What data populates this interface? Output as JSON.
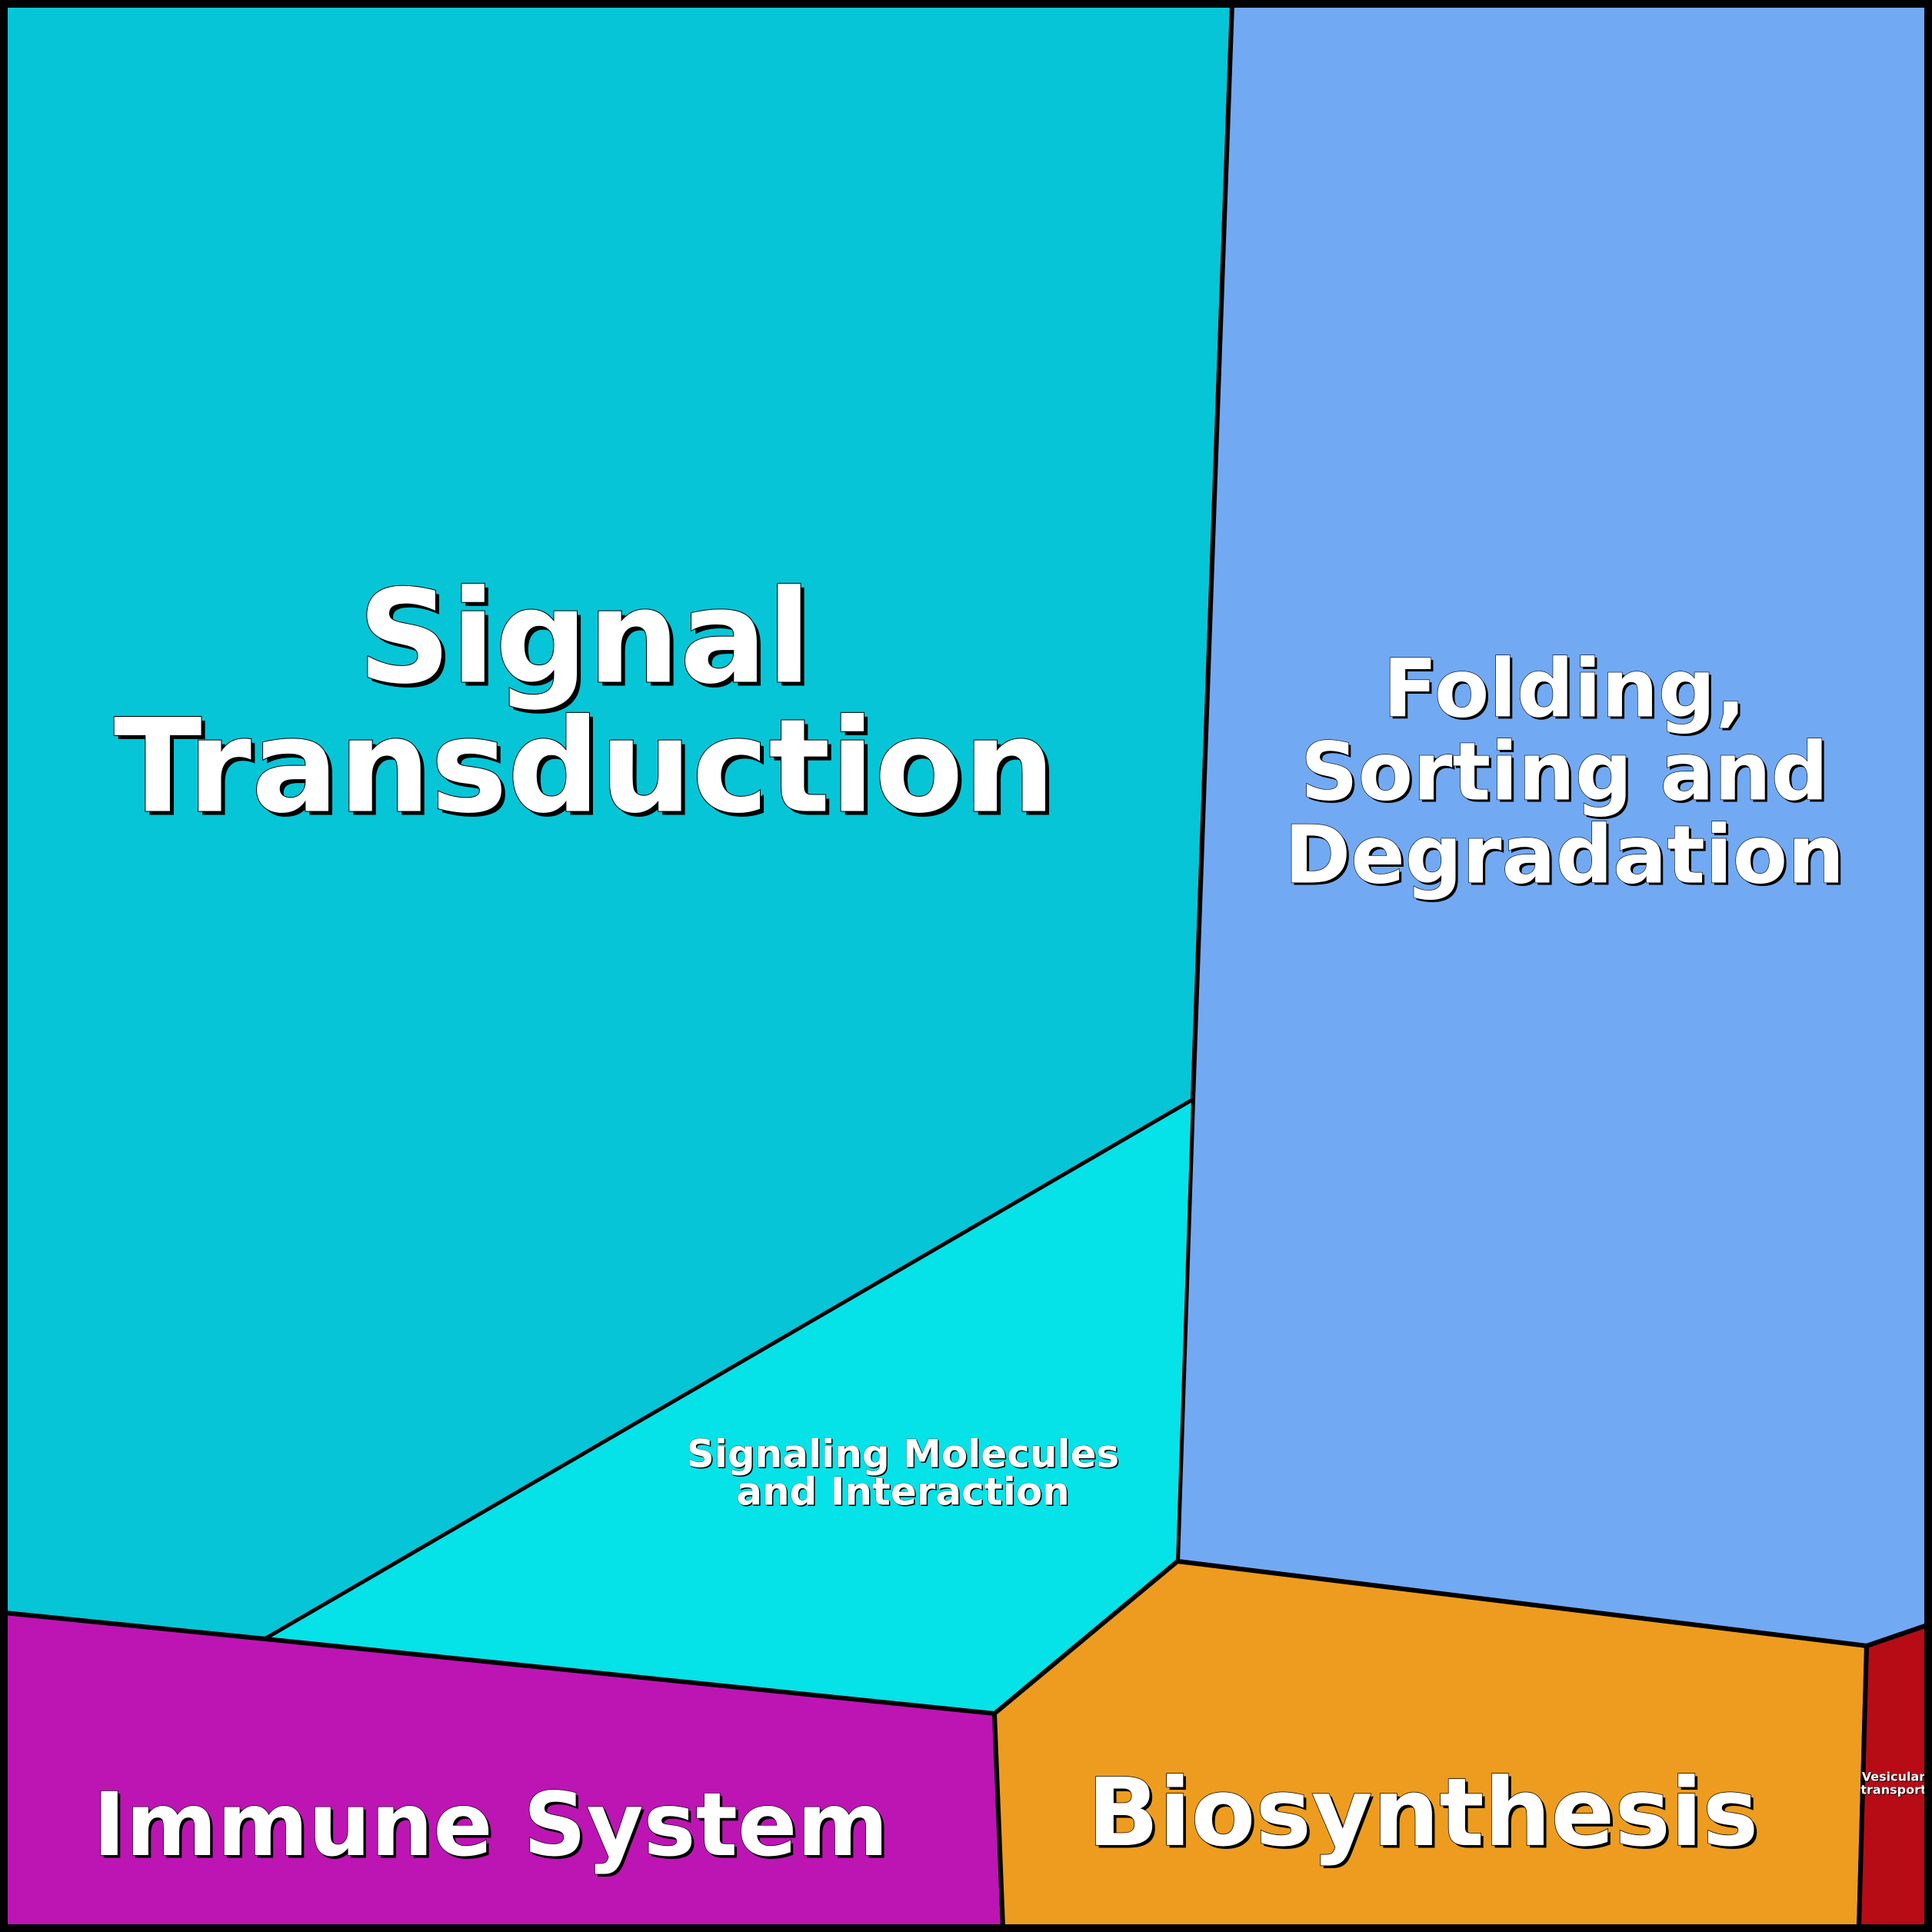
{
  "diagram": {
    "type": "voronoi-treemap",
    "frame_color": "#000000",
    "cells": [
      {
        "id": "signal-transduction",
        "label_lines": [
          "Signal",
          "Transduction"
        ],
        "color": "#06c5d6"
      },
      {
        "id": "folding-sorting-degradation",
        "label_lines": [
          "Folding,",
          "Sorting and",
          "Degradation"
        ],
        "color": "#72a9f3"
      },
      {
        "id": "signaling-molecules",
        "label_lines": [
          "Signaling Molecules",
          "and Interaction"
        ],
        "color": "#05e2e8"
      },
      {
        "id": "immune-system",
        "label_lines": [
          "Immune System"
        ],
        "color": "#bc15b3"
      },
      {
        "id": "biosynthesis",
        "label_lines": [
          "Biosynthesis"
        ],
        "color": "#ed9c1f"
      },
      {
        "id": "vesicular-transport",
        "label_lines": [
          "Vesicular",
          "transport"
        ],
        "color": "#b70b16"
      }
    ]
  }
}
